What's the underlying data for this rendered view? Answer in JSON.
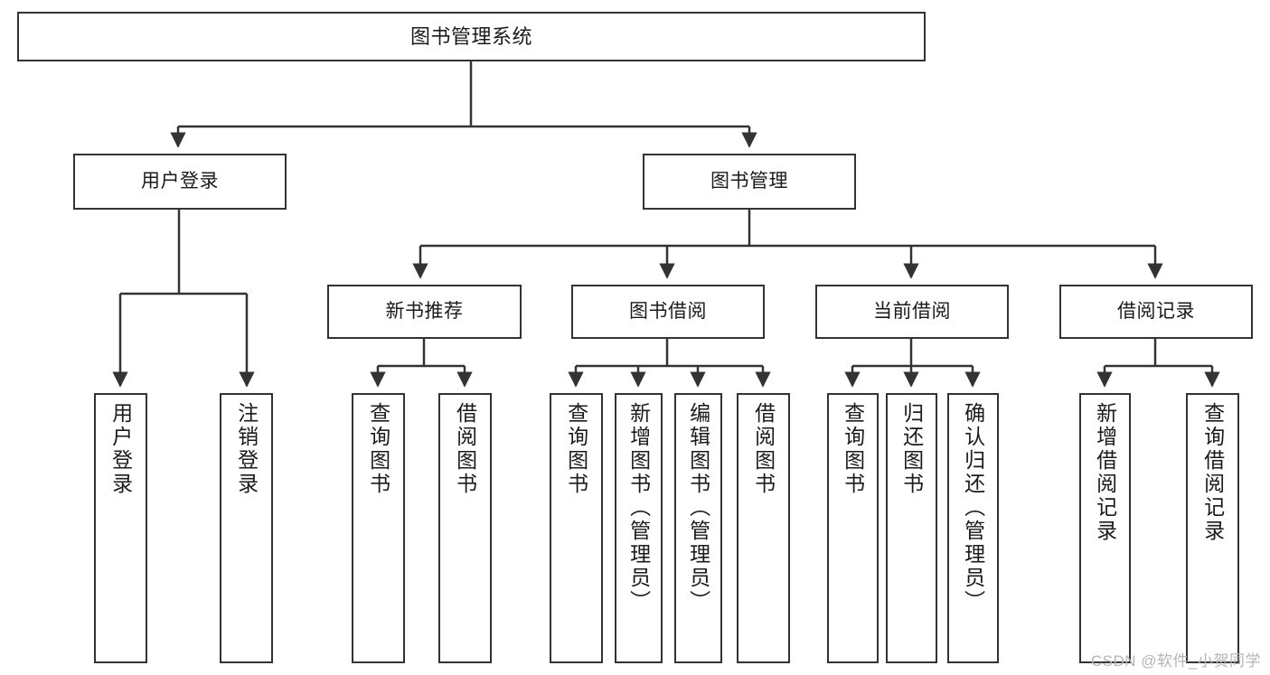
{
  "diagram": {
    "title": "图书管理系统",
    "watermark": "CSDN @软件_小贺同学",
    "colors": {
      "box_border": "#333333",
      "box_fill": "#ffffff",
      "edge": "#333333",
      "text": "#1b1b1b",
      "watermark": "#b4b4b4",
      "background": "#ffffff"
    },
    "nodes": {
      "root": {
        "label": "图书管理系统"
      },
      "level2": [
        {
          "label": "用户登录"
        },
        {
          "label": "图书管理"
        }
      ],
      "level3": [
        {
          "label": "新书推荐"
        },
        {
          "label": "图书借阅"
        },
        {
          "label": "当前借阅"
        },
        {
          "label": "借阅记录"
        }
      ],
      "leaves": {
        "user_login": [
          {
            "label": "用户登录"
          },
          {
            "label": "注销登录"
          }
        ],
        "new_book_recommend": [
          {
            "label": "查询图书"
          },
          {
            "label": "借阅图书"
          }
        ],
        "book_borrow": [
          {
            "label": "查询图书"
          },
          {
            "label": "新增图书（管理员）"
          },
          {
            "label": "编辑图书（管理员）"
          },
          {
            "label": "借阅图书"
          }
        ],
        "current_borrow": [
          {
            "label": "查询图书"
          },
          {
            "label": "归还图书"
          },
          {
            "label": "确认归还（管理员）"
          }
        ],
        "borrow_record": [
          {
            "label": "新增借阅记录"
          },
          {
            "label": "查询借阅记录"
          }
        ]
      }
    }
  }
}
